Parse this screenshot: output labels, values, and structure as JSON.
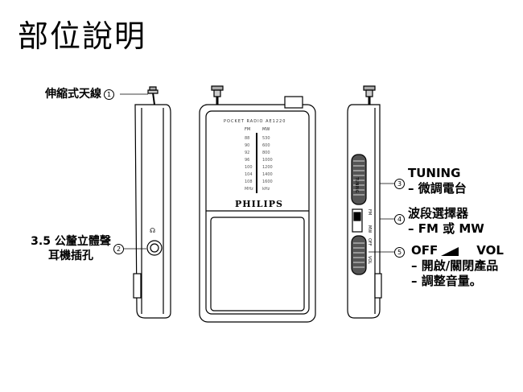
{
  "title": "部位說明",
  "left_labels": {
    "antenna": "伸縮式天線",
    "antenna_num": "1",
    "jack_line1": "3.5 公釐立體聲",
    "jack_line2": "耳機插孔",
    "jack_num": "2"
  },
  "radio_front": {
    "model_text": "POCKET RADIO AE1220",
    "brand": "PHILIPS",
    "fm_label": "FM",
    "mw_label": "MW",
    "fm_scale": [
      "88",
      "90",
      "92",
      "96",
      "100",
      "104",
      "108",
      "MHz"
    ],
    "mw_scale": [
      "530",
      "600",
      "800",
      "1000",
      "1200",
      "1400",
      "1600",
      "kHz"
    ]
  },
  "side_marks": {
    "tuning": "TUNING",
    "fm": "FM",
    "mw": "MW",
    "off": "OFF",
    "vol": "VOL"
  },
  "right_labels": {
    "tuning_num": "3",
    "tuning_title": "TUNING",
    "tuning_desc": "– 微調電台",
    "band_num": "4",
    "band_title": "波段選擇器",
    "band_desc": "– FM 或 MW",
    "vol_num": "5",
    "vol_off": "OFF",
    "vol_on": "VOL",
    "vol_desc1": "– 開啟/關閉產品",
    "vol_desc2": "– 調整音量。"
  }
}
